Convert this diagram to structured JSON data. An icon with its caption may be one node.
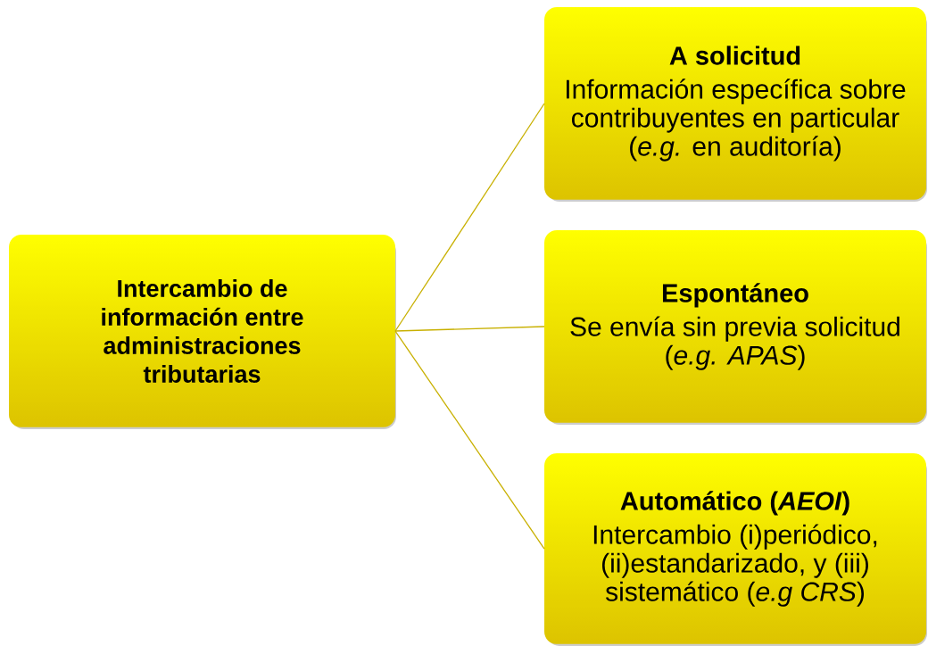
{
  "diagram": {
    "nodes": [
      {
        "text": [
          "Intercambio  de información entre administraciones tributarias"
        ]
      },
      {
        "text": [
          "A solicitud",
          "Información específica sobre contribuyentes en particular  (*e.g.* en auditoría)"
        ]
      },
      {
        "text": [
          "Espontáneo",
          "Se envía sin previa solicitud (*e.g. APAS*)"
        ]
      },
      {
        "text": [
          "Automático (*AEOI*)",
          "Intercambio (i)periódico, (ii)estandarizado, y (iii) sistemático (*e.g CRS*)"
        ]
      }
    ],
    "edges": [
      {
        "from": 0,
        "to": 1,
        "arrow": "none"
      },
      {
        "from": 0,
        "to": 2,
        "arrow": "none"
      },
      {
        "from": 0,
        "to": 3,
        "arrow": "none"
      }
    ]
  }
}
